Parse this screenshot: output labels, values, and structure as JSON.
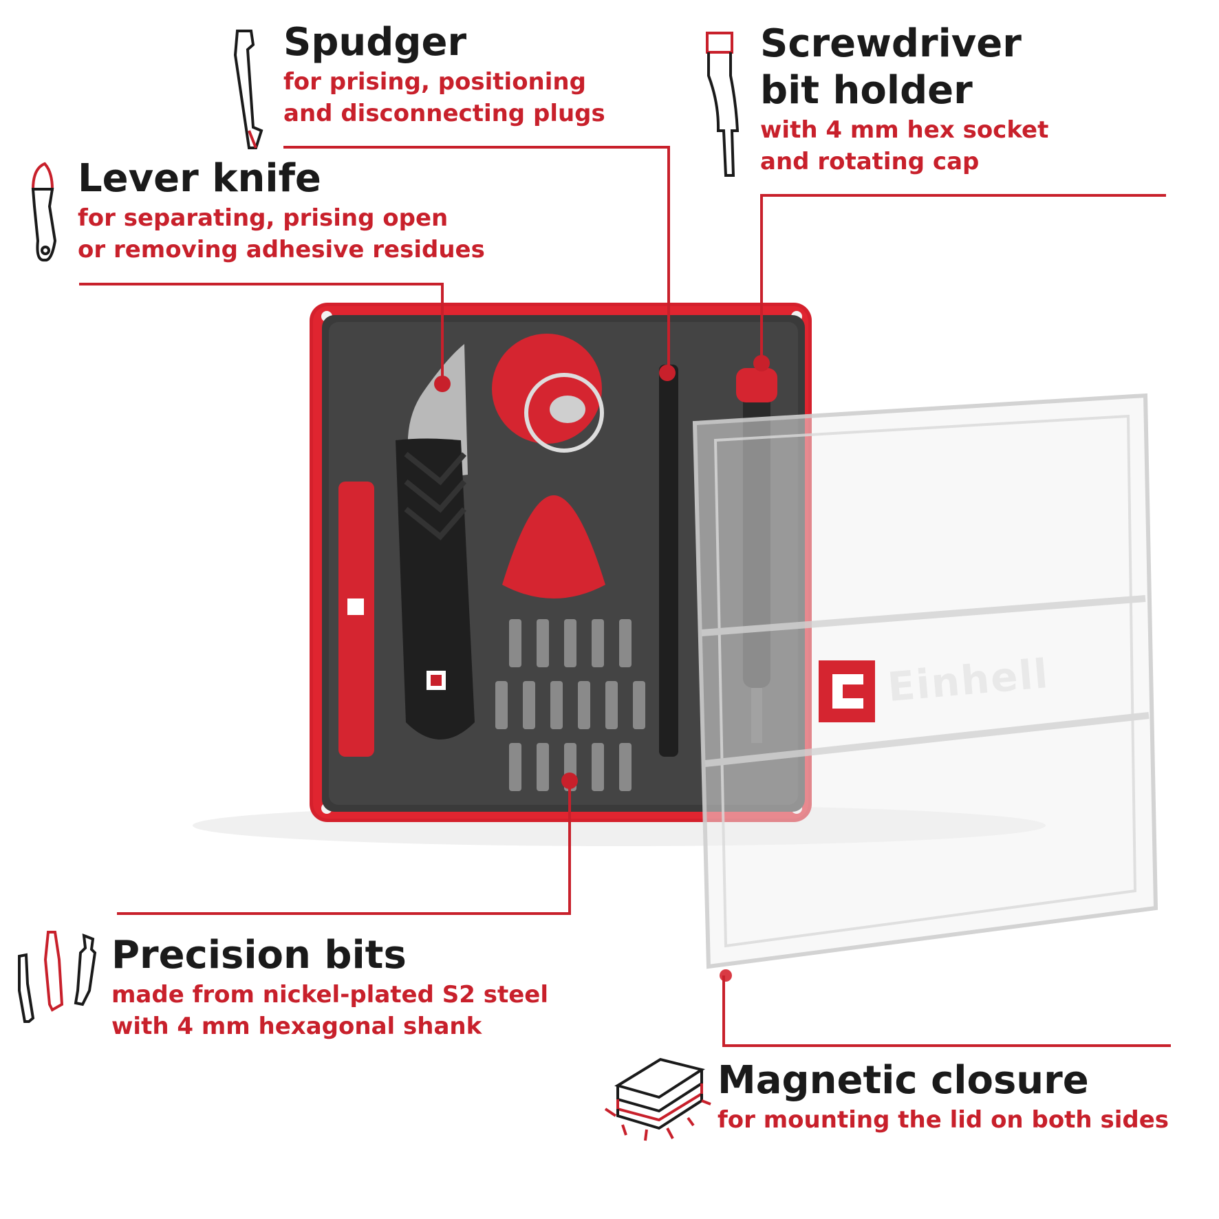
{
  "brand": {
    "accent": "#c8202b",
    "text": "#1a1a1a",
    "logo_text": "Einhell"
  },
  "callouts": {
    "spudger": {
      "title": "Spudger",
      "lines": [
        "for prising, positioning",
        "and disconnecting plugs"
      ],
      "icon": "spudger-icon"
    },
    "screwdriver": {
      "title_lines": [
        "Screwdriver",
        "bit holder"
      ],
      "lines": [
        "with 4 mm hex socket",
        "and rotating cap"
      ],
      "icon": "screwdriver-icon"
    },
    "lever_knife": {
      "title": "Lever knife",
      "lines": [
        "for separating, prising open",
        "or removing adhesive residues"
      ],
      "icon": "lever-knife-icon"
    },
    "precision_bits": {
      "title": "Precision bits",
      "lines": [
        "made from nickel-plated S2 steel",
        "with 4 mm hexagonal shank"
      ],
      "icon": "precision-bits-icon"
    },
    "magnetic_closure": {
      "title": "Magnetic closure",
      "lines": [
        "for mounting the lid on both sides"
      ],
      "icon": "magnet-icon"
    }
  }
}
